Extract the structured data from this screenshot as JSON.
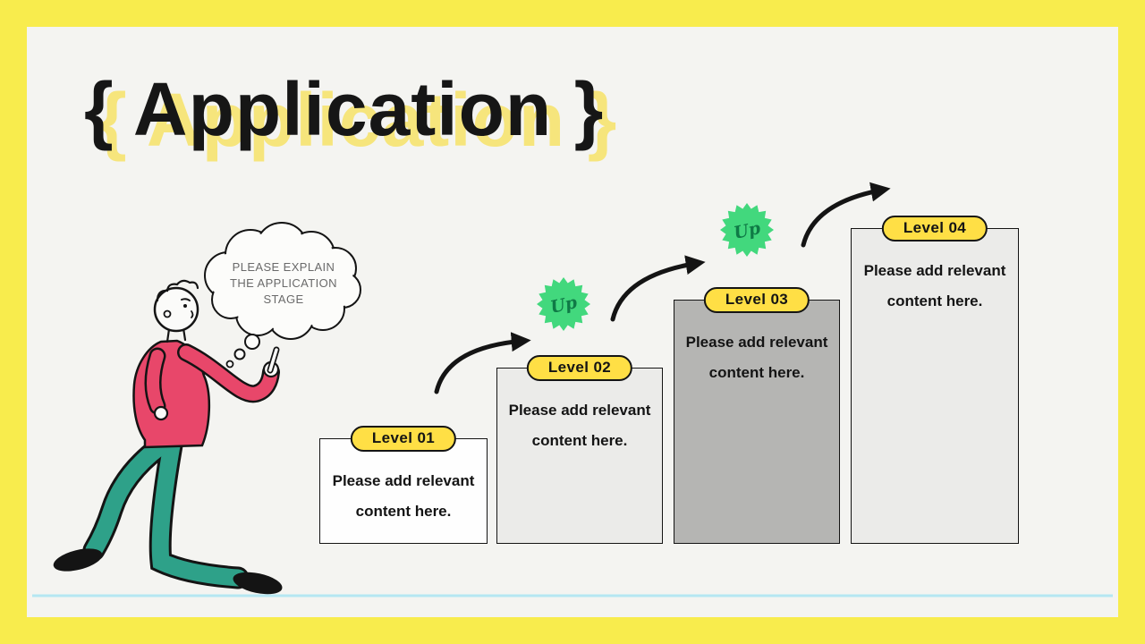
{
  "slide": {
    "title": "{ Application }"
  },
  "thought_bubble": {
    "line1": "PLEASE EXPLAIN",
    "line2": "THE APPLICATION",
    "line3": "STAGE"
  },
  "levels": [
    {
      "label": "Level 01",
      "line1": "Please add relevant",
      "line2": "content here."
    },
    {
      "label": "Level 02",
      "line1": "Please add relevant",
      "line2": "content here."
    },
    {
      "label": "Level 03",
      "line1": "Please add relevant",
      "line2": "content here."
    },
    {
      "label": "Level 04",
      "line1": "Please add relevant",
      "line2": "content here."
    }
  ],
  "up_badges": [
    {
      "label": "Up"
    },
    {
      "label": "Up"
    }
  ],
  "colors": {
    "frame_yellow": "#f8ec4d",
    "canvas": "#f4f4f1",
    "badge_yellow": "#ffdf45",
    "burst_green": "#42d87d",
    "burst_text_green": "#0f7a46",
    "sweater_red": "#e8476a",
    "pants_teal": "#2ea189",
    "ground_line_blue": "#b5e7f2",
    "title_shadow_yellow": "#f6e57c",
    "level3_gray": "#b5b5b3",
    "level_light_gray": "#ebebe9",
    "ink": "#141414"
  }
}
